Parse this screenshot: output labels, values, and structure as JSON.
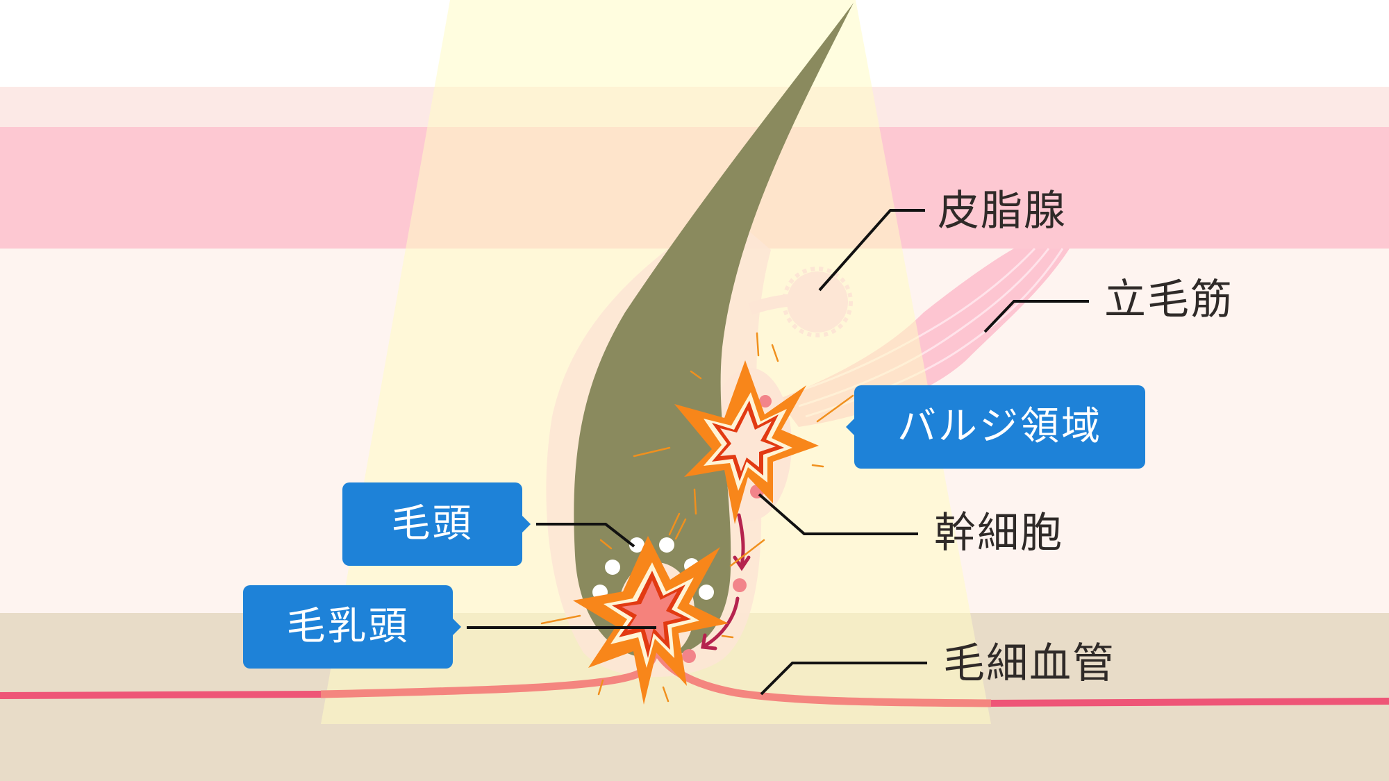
{
  "diagram": {
    "subject": "hair follicle cross-section with light treatment",
    "colors": {
      "background_top": "#FFFFFF",
      "epidermis_light": "#FCE9E6",
      "epidermis_pink": "#FDC8D2",
      "dermis": "#FEF4F0",
      "subcutis": "#E8DCC8",
      "light_beam": "#FFFDD0",
      "hair_shaft": "#8A8A5E",
      "follicle_sheath": "#FDE6D5",
      "muscle": "#FDC5D1",
      "capillary_outer": "#EE5577",
      "capillary_inner": "#F4857F",
      "stem_cell": "#F2848A",
      "migration_arrow": "#B5234E",
      "burst_outer": "#F8861A",
      "burst_mid": "#E23A12",
      "burst_inner": "#FFF4D6",
      "tag_blue": "#1E82D8",
      "text_dark": "#2F2A28"
    },
    "labels": {
      "sebaceous_gland": "皮脂腺",
      "arrector_pili": "立毛筋",
      "stem_cells": "幹細胞",
      "capillaries": "毛細血管"
    },
    "tags": {
      "bulge_region": "バルジ領域",
      "hair_matrix": "毛頭",
      "dermal_papilla": "毛乳頭"
    }
  }
}
